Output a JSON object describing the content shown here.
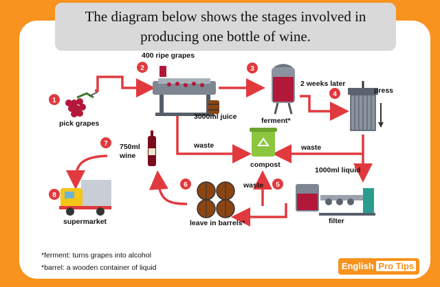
{
  "title": "The diagram below shows the stages involved in producing one bottle of wine.",
  "steps": [
    {
      "number": "1",
      "label": "pick grapes"
    },
    {
      "number": "2",
      "label": "400 ripe grapes"
    },
    {
      "number": "3",
      "label": "ferment*"
    },
    {
      "number": "4",
      "label": "press"
    },
    {
      "number": "5",
      "label": "filter"
    },
    {
      "number": "6",
      "label": "leave in barrels*"
    },
    {
      "number": "7",
      "label": "750ml wine"
    },
    {
      "number": "8",
      "label": "supermarket"
    }
  ],
  "labels": {
    "juice": "3000ml juice",
    "two_weeks": "2 weeks later",
    "liquid": "1000ml liquid",
    "compost": "compost",
    "waste1": "waste",
    "waste2": "waste",
    "waste3": "waste",
    "wine_line1": "750ml",
    "wine_line2": "wine"
  },
  "footnotes": {
    "ferment": "*ferment: turns grapes into alcohol",
    "barrel": "*barrel: a wooden container of liquid"
  },
  "brand": {
    "part1": "English",
    "part2": "Pro Tips"
  },
  "colors": {
    "accent": "#f7931e",
    "arrow": "#e03a3e",
    "grape": "#b2183a",
    "compost": "#8cc63f"
  }
}
